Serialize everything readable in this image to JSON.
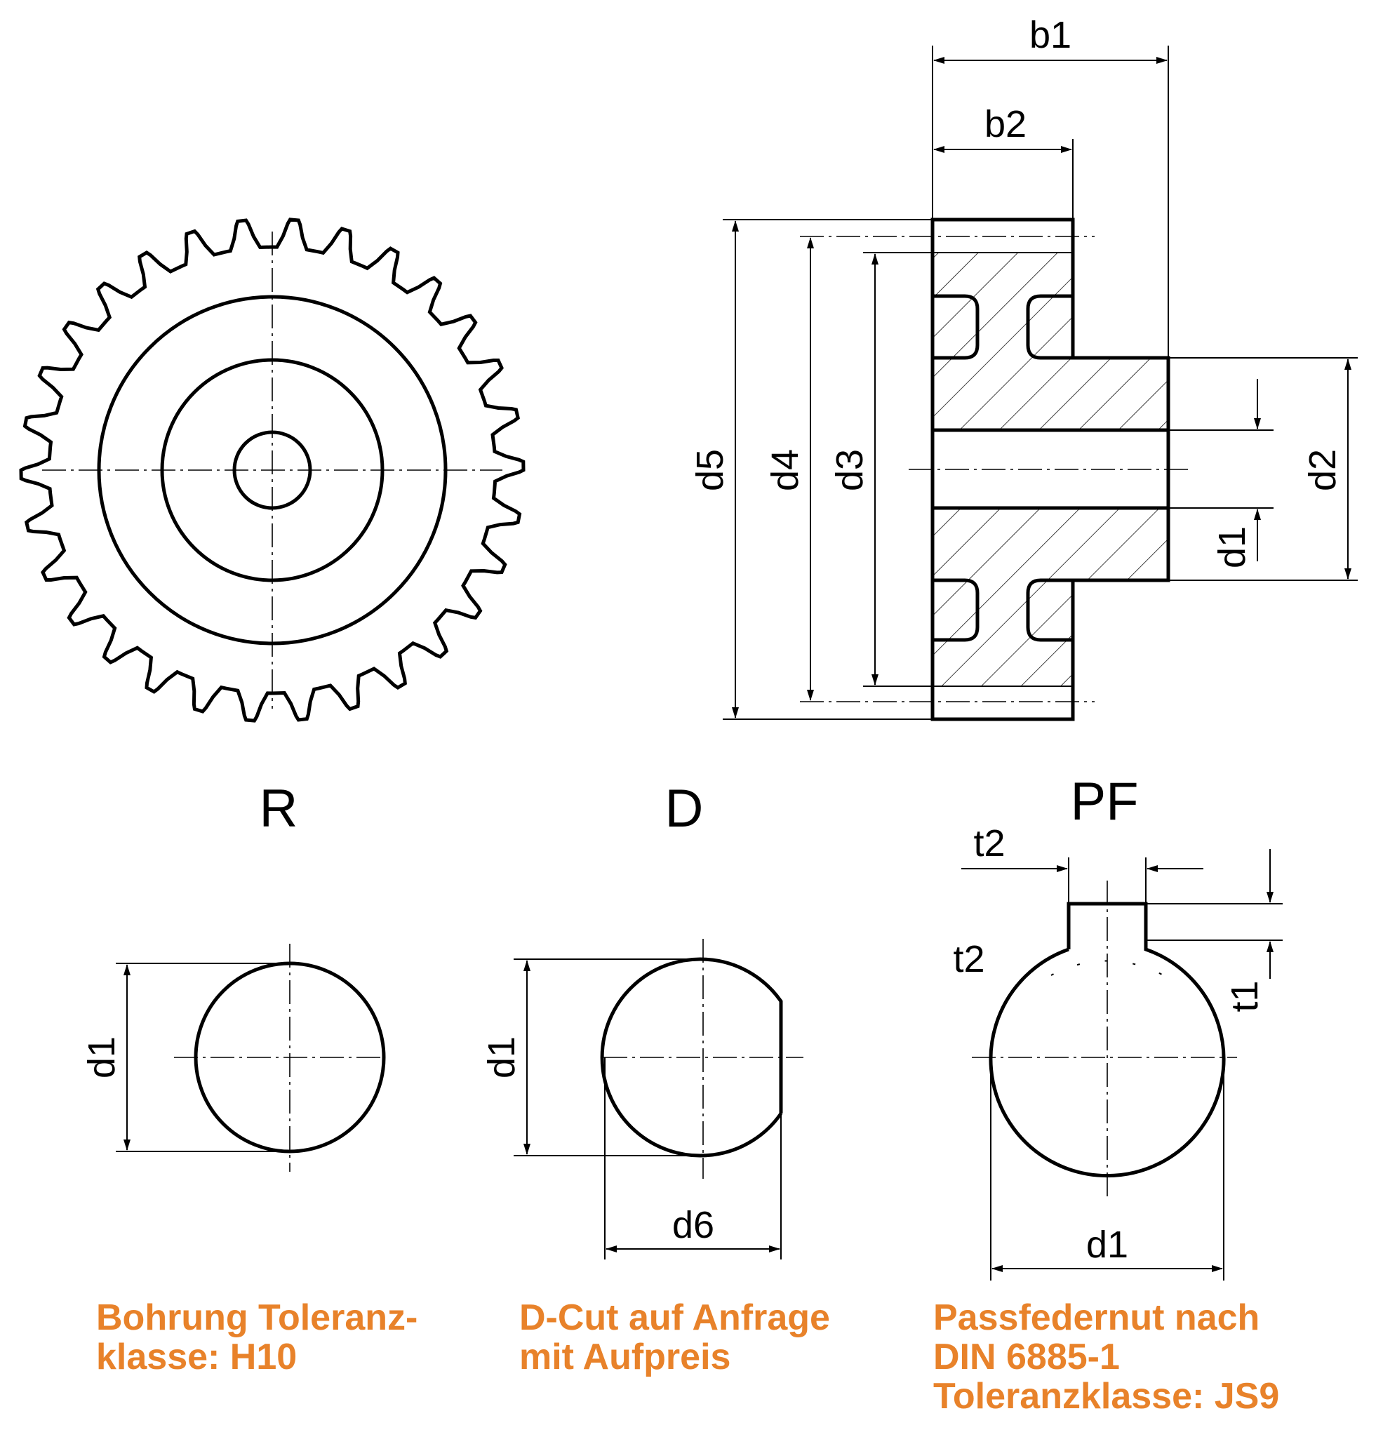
{
  "dims": {
    "b1": "b1",
    "b2": "b2",
    "d5": "d5",
    "d4": "d4",
    "d3": "d3",
    "d2": "d2",
    "d1": "d1",
    "R_d1": "d1",
    "D_d1": "d1",
    "D_d6": "d6",
    "PF_t2_top": "t2",
    "PF_t2_left": "t2",
    "PF_t1": "t1",
    "PF_d1": "d1"
  },
  "views": {
    "r": "R",
    "d": "D",
    "pf": "PF"
  },
  "notes": {
    "r": [
      "Bohrung Toleranz-",
      "klasse: H10"
    ],
    "d": [
      "D-Cut auf Anfrage",
      "mit Aufpreis"
    ],
    "pf": [
      "Passfedernut nach",
      "DIN 6885-1",
      "Toleranzklasse: JS9"
    ]
  },
  "colors": {
    "line": "#000000",
    "note": "#e8822a"
  },
  "gear": {
    "teeth": 30
  }
}
